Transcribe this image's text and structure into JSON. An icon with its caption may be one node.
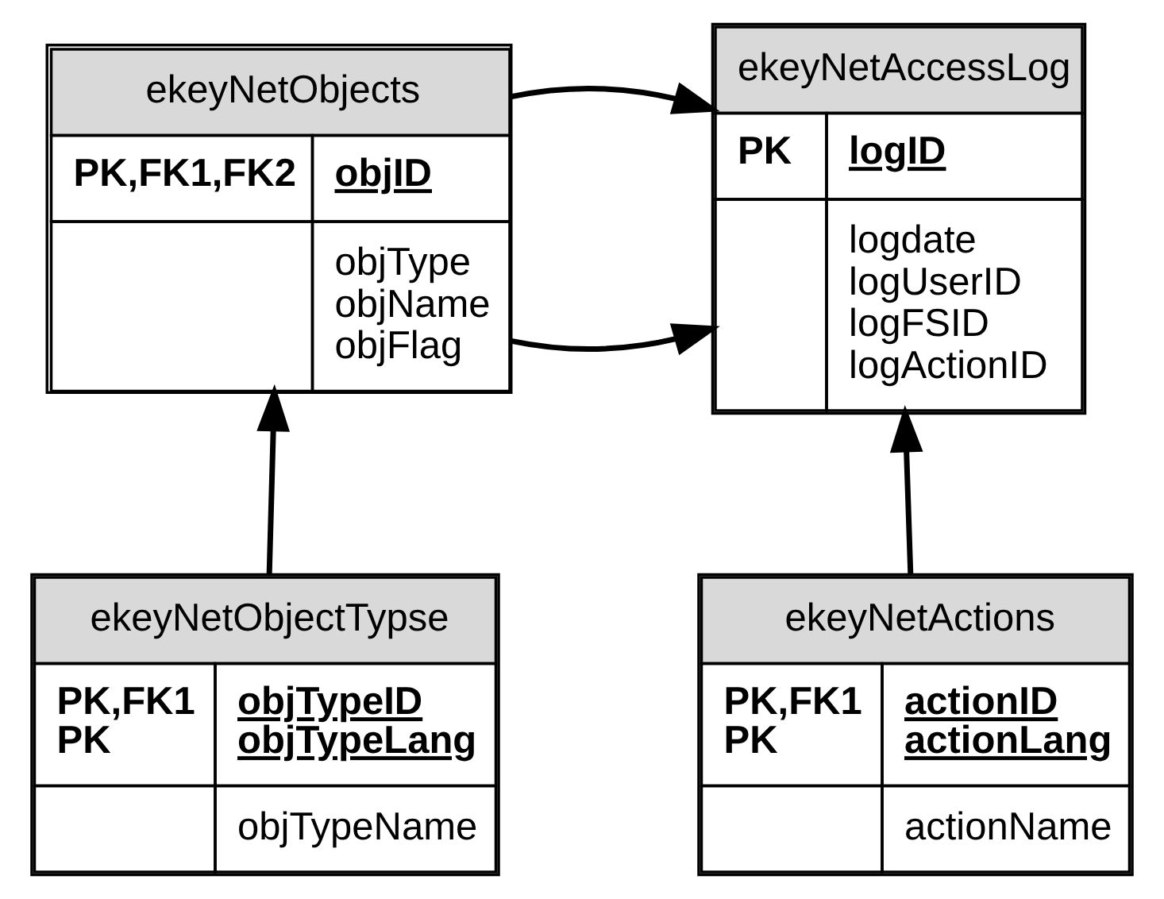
{
  "diagram": {
    "nodes": [
      {
        "text": [
          "ekeyNetAccessLog",
          "PK",
          "logID",
          "logdate",
          "logUserID",
          "logFSID",
          "logActionID"
        ]
      },
      {
        "text": [
          "ekeyNetObjects",
          "PK,FK1,FK2",
          "objID",
          "objType",
          "objName",
          "objFlag"
        ]
      },
      {
        "text": [
          "ekeyNetActions",
          "PK,FK1",
          "PK",
          "actionID",
          "actionLang",
          "actionName"
        ]
      },
      {
        "text": [
          "ekeyNetObjectTypse",
          "PK,FK1",
          "PK",
          "objTypeID",
          "objTypeLang",
          "objTypeName"
        ]
      }
    ],
    "edges": [
      {
        "from": 1,
        "to": 0,
        "arrow": "to"
      },
      {
        "from": 1,
        "to": 0,
        "arrow": "to"
      },
      {
        "from": 2,
        "to": 0,
        "arrow": "to"
      },
      {
        "from": 3,
        "to": 1,
        "arrow": "to"
      }
    ]
  }
}
